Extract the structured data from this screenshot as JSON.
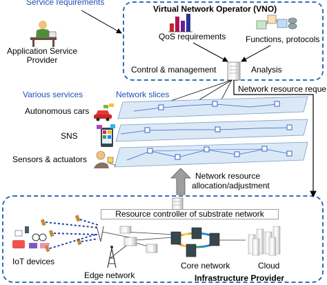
{
  "top_left": {
    "service_requirements": "Service requirements",
    "app_provider_line1": "Application Service",
    "app_provider_line2": "Provider"
  },
  "vno": {
    "title": "Virtual Network Operator (VNO)",
    "qos": "QoS requirements",
    "functions": "Functions, protocols",
    "control": "Control & management",
    "analysis": "Analysis",
    "nrr": "Network resource reque"
  },
  "middle": {
    "various_services": "Various services",
    "network_slices": "Network slices",
    "services": [
      "Autonomous cars",
      "SNS",
      "Sensors & actuators"
    ],
    "allocation_line1": "Network resource",
    "allocation_line2": "allocation/adjustment"
  },
  "infra": {
    "resource_controller": "Resource controller of substrate network",
    "iot": "IoT devices",
    "edge": "Edge network",
    "core": "Core network",
    "cloud": "Cloud",
    "title": "Infrastructure Provider"
  },
  "colors": {
    "accent_blue": "#1f4fb5",
    "dashed_border": "#2e6fb7",
    "slice_fill": "#dbe8f6",
    "node_blue": "#2f63c8",
    "arrow_gray": "#9e9e9e"
  },
  "icons": [
    "person-at-desk-icon",
    "bar-chart-icon",
    "function-blocks-icon",
    "server-icon",
    "car-icon",
    "phone-apps-icon",
    "sensor-icon",
    "arrow-up-icon",
    "antenna-tower-icon",
    "router-icon",
    "core-router-icon",
    "cloud-servers-icon",
    "iot-device-icon"
  ]
}
